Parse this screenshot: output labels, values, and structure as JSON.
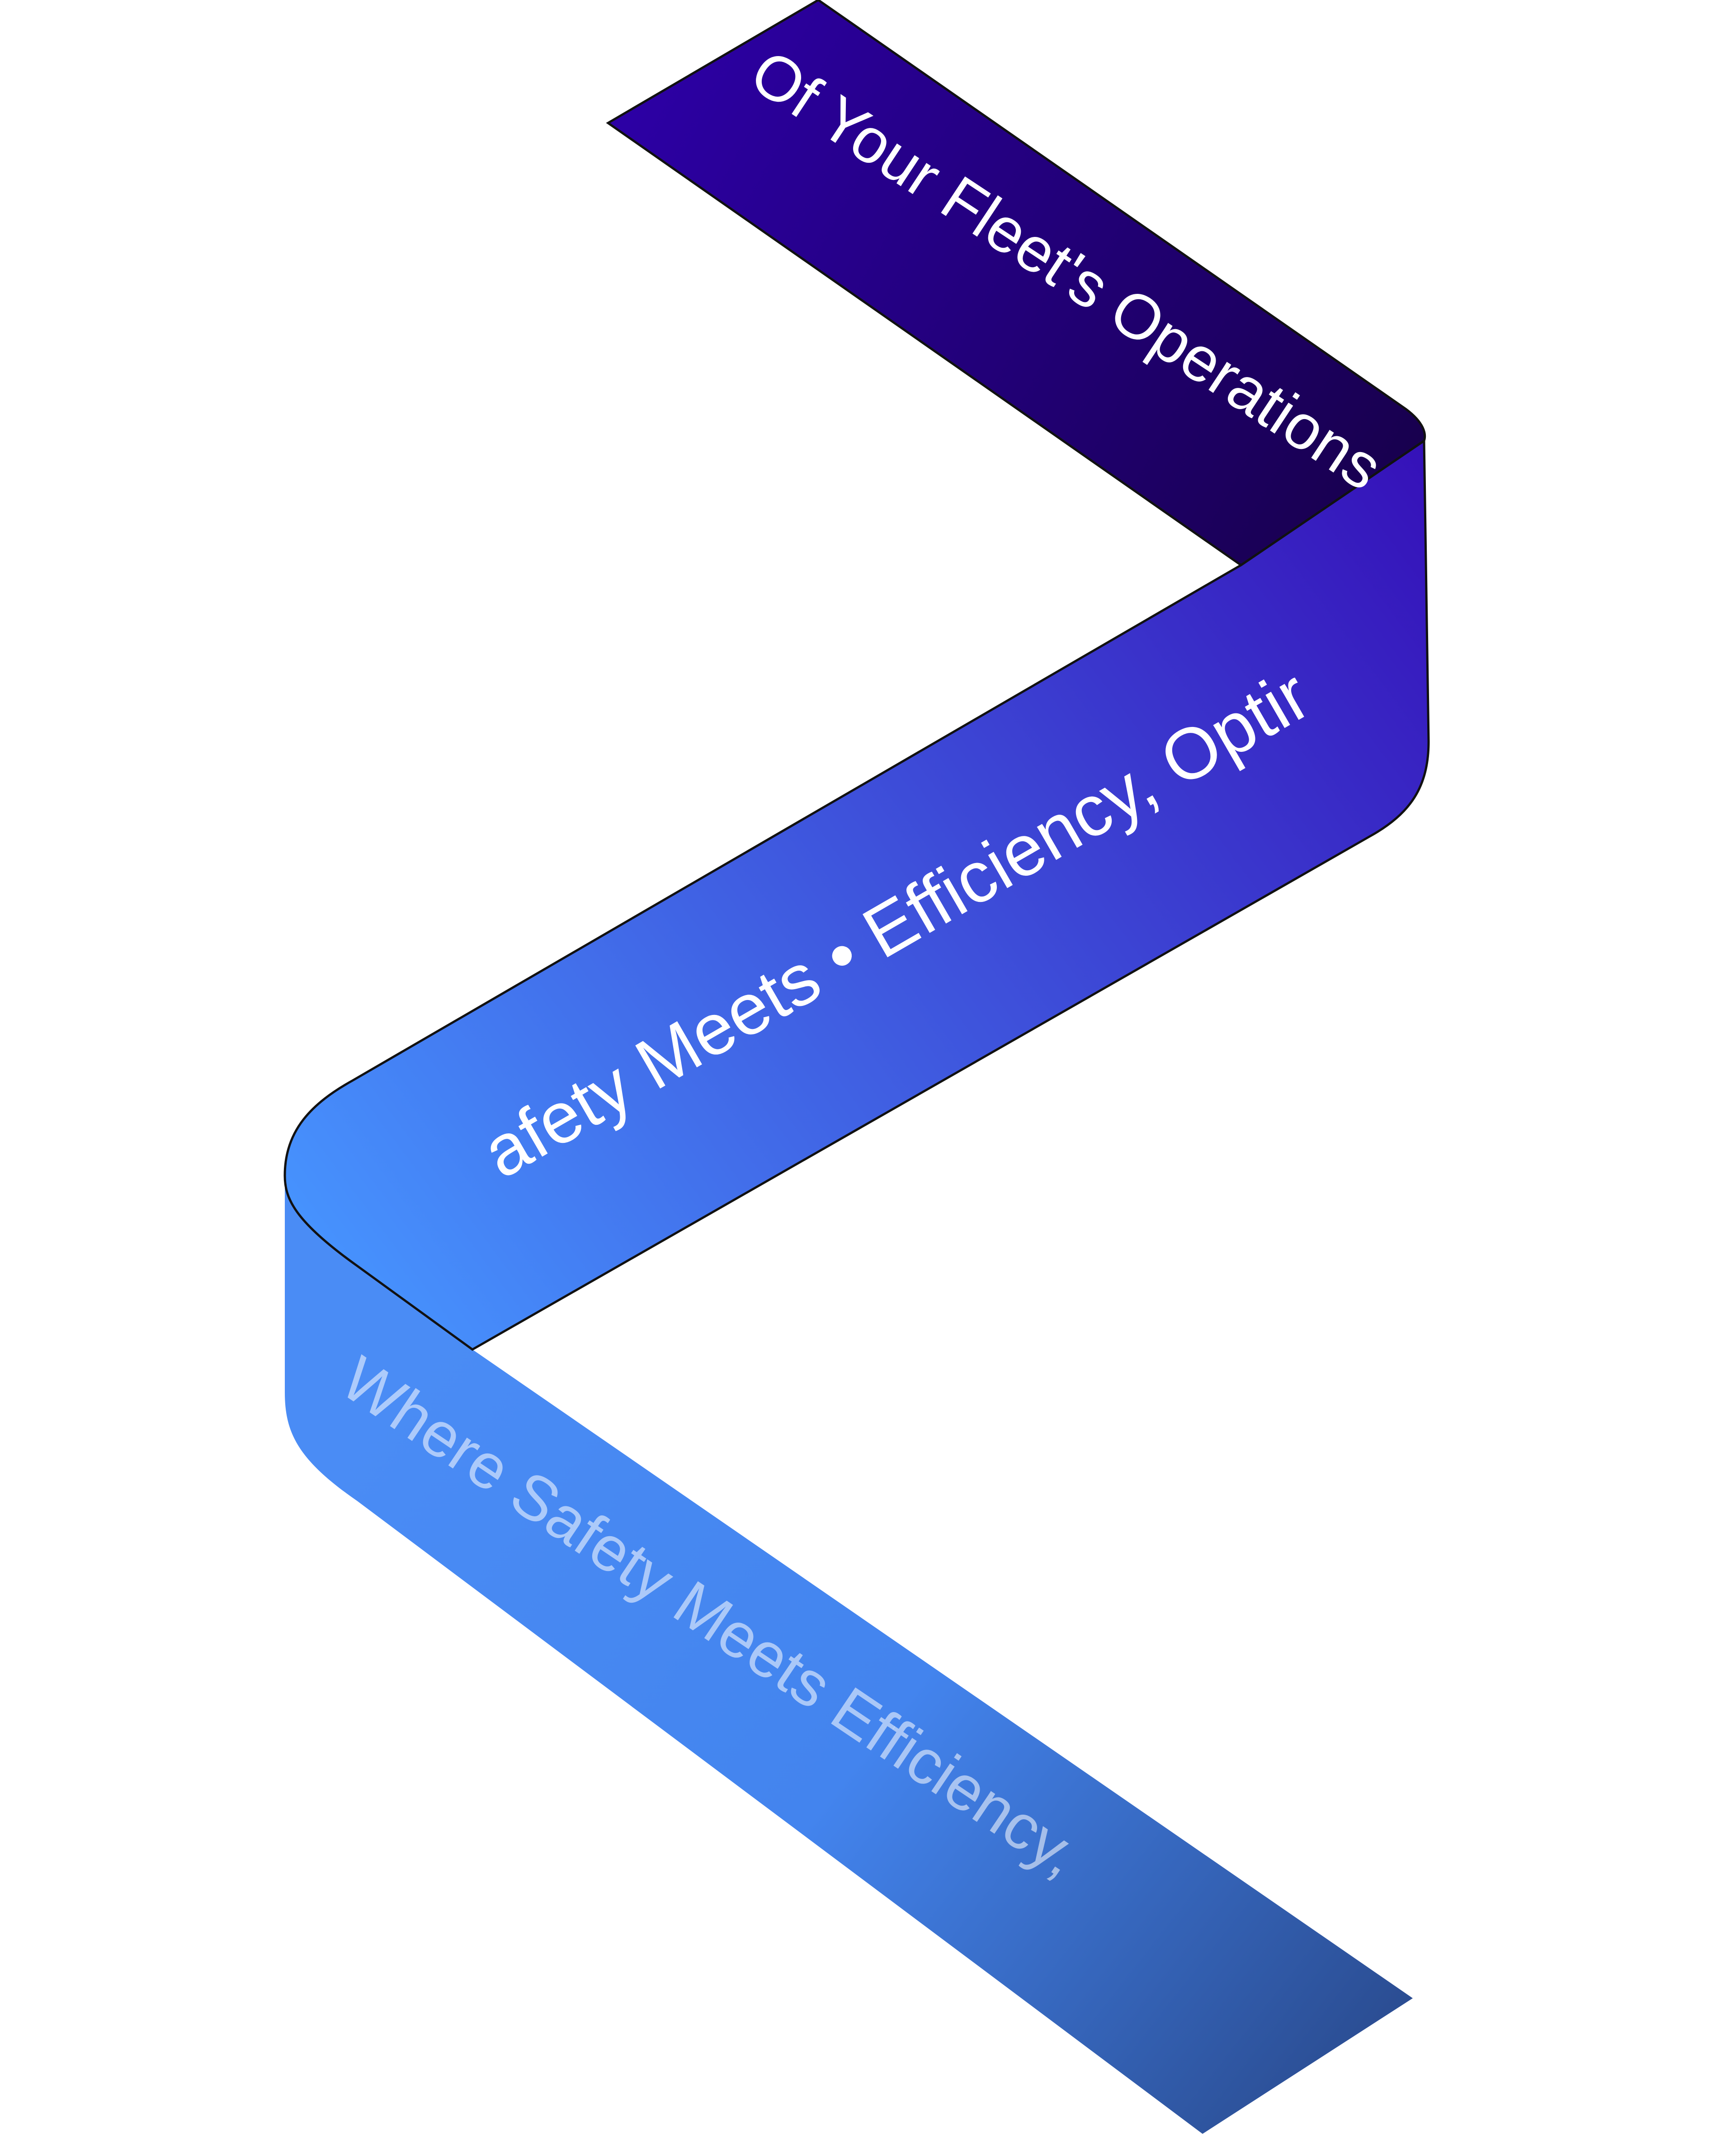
{
  "ribbon": {
    "top_text": "Of Your Fleet's Operations",
    "middle_text": "afety Meets • Efficiency, Optir",
    "bottom_text": "Where Safety Meets Efficiency,"
  },
  "colors": {
    "top_start": "#2d00a8",
    "top_end": "#17004a",
    "middle_start": "#4795ff",
    "middle_end": "#3510b8",
    "bottom_start": "#4a8cf5",
    "bottom_end": "#2a4b8f",
    "outline": "#111111",
    "text": "#ffffff"
  }
}
